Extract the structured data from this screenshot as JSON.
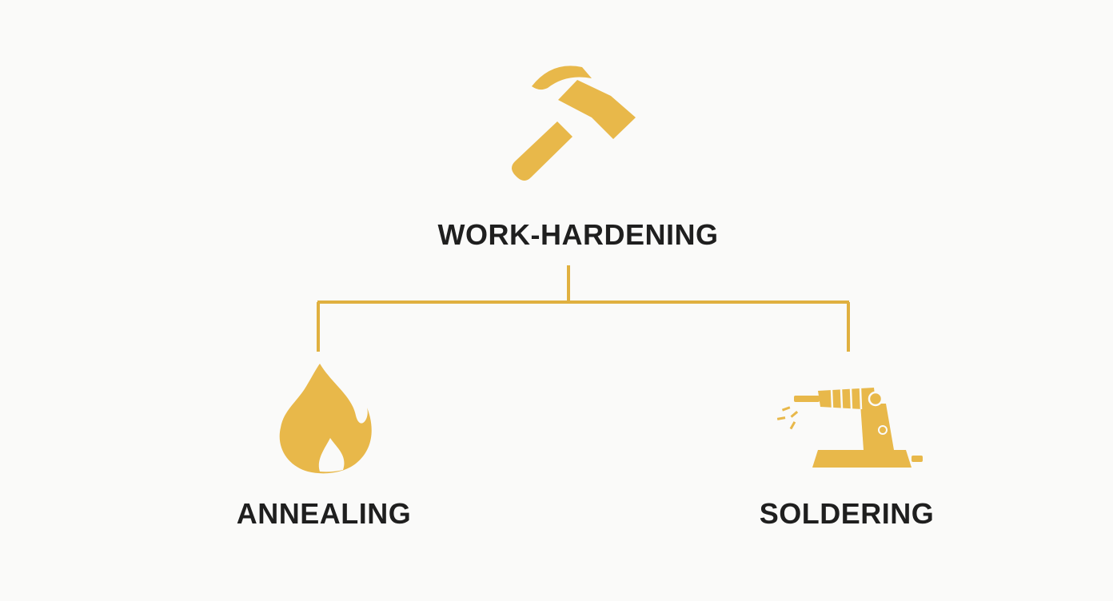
{
  "diagram": {
    "root": {
      "label": "WORK-HARDENING",
      "icon": "hammer-icon"
    },
    "children": [
      {
        "label": "ANNEALING",
        "icon": "flame-icon"
      },
      {
        "label": "SOLDERING",
        "icon": "soldering-station-icon"
      }
    ]
  },
  "colors": {
    "accent": "#e8b84a",
    "text": "#1f1f1f",
    "background": "#fafaf9"
  }
}
